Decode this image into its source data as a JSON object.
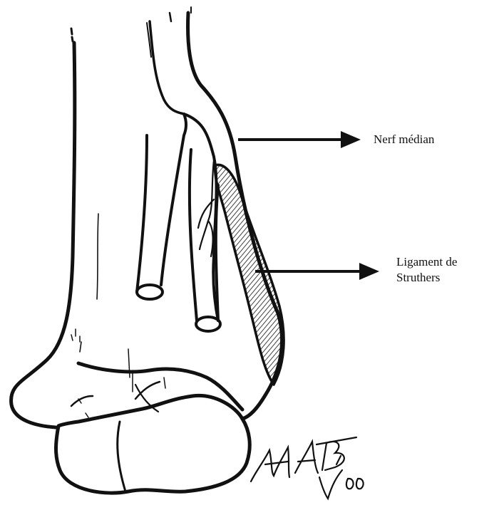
{
  "labels": {
    "nerve": "Nerf médian",
    "ligament_line1": "Ligament de",
    "ligament_line2": "Struthers"
  },
  "signature": {
    "initials": "MAB",
    "year": "00"
  },
  "colors": {
    "ink": "#111111",
    "background": "#ffffff"
  }
}
